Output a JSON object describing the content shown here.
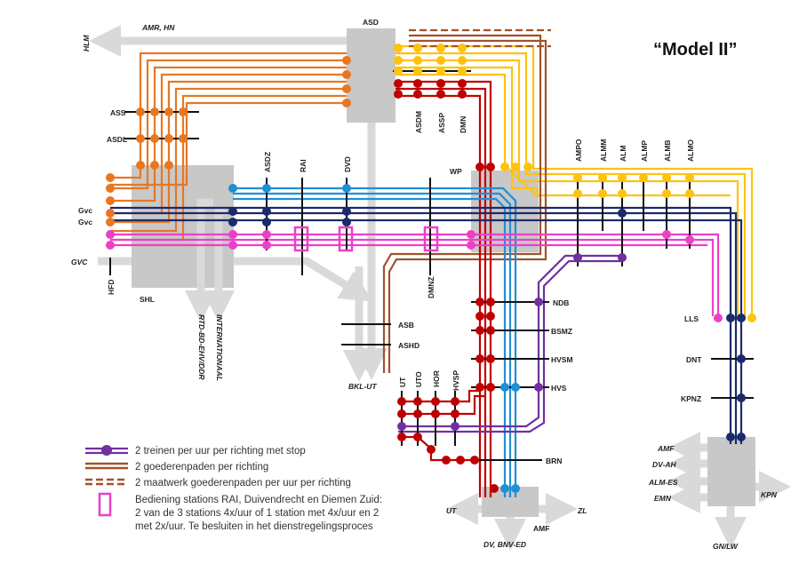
{
  "title": "“Model II”",
  "colors": {
    "orange": "#E87722",
    "yellow": "#FFC20E",
    "red": "#C00000",
    "blue": "#1F8FD6",
    "navy": "#1B2A6B",
    "pink": "#EC3FC8",
    "purple": "#7030A0",
    "brown": "#A0522D",
    "grey": "#C8C8C8",
    "arrow": "#D9D9D9"
  },
  "labels": {
    "hlm": "HLM",
    "amr_hn": "AMR, HN",
    "asd": "ASD",
    "ass": "ASS",
    "asdl": "ASDL",
    "gvc1": "Gvc",
    "gvc2": "Gvc",
    "gvc_big": "GVC",
    "hfd": "HFD",
    "shl": "SHL",
    "asdz": "ASDZ",
    "rai": "RAI",
    "dvd": "DVD",
    "asdm": "ASDM",
    "assp": "ASSP",
    "dmn": "DMN",
    "wp": "WP",
    "ampo": "AMPO",
    "almm": "ALMM",
    "alm": "ALM",
    "almp": "ALMP",
    "almb": "ALMB",
    "almo": "ALMO",
    "dmnz": "DMNZ",
    "rtd": "RTD-BD-EHV/DDR",
    "internationaal": "INTERNATIONAAL",
    "asb": "ASB",
    "ashd": "ASHD",
    "bkl": "BKL-UT",
    "ut_v": "UT",
    "uto": "UTO",
    "hor": "HOR",
    "hvsp": "HVSP",
    "ndb": "NDB",
    "bsmz": "BSMZ",
    "hvsm": "HVSM",
    "hvs": "HVS",
    "brn": "BRN",
    "lls": "LLS",
    "dnt": "DNT",
    "kpnz": "KPNZ",
    "amf_r": "AMF",
    "dv_ah": "DV-AH",
    "alm_es": "ALM-ES",
    "emn": "EMN",
    "kpn": "KPN",
    "gn_lw": "GN/LW",
    "ut_arrow": "UT",
    "zl": "ZL",
    "amf_b": "AMF",
    "dv_bnv": "DV, BNV-ED"
  },
  "legend": {
    "item1": "2 treinen per uur per richting met stop",
    "item2": "2 goederenpaden per richting",
    "item3": "2 maatwerk goederenpaden per uur per richting",
    "item4_line1": "Bediening stations RAI, Duivendrecht en Diemen Zuid:",
    "item4_line2": "2 van de 3 stations 4x/uur of 1 station met 4x/uur en 2",
    "item4_line3": "met  2x/uur. Te besluiten in het dienstregelingsproces"
  }
}
